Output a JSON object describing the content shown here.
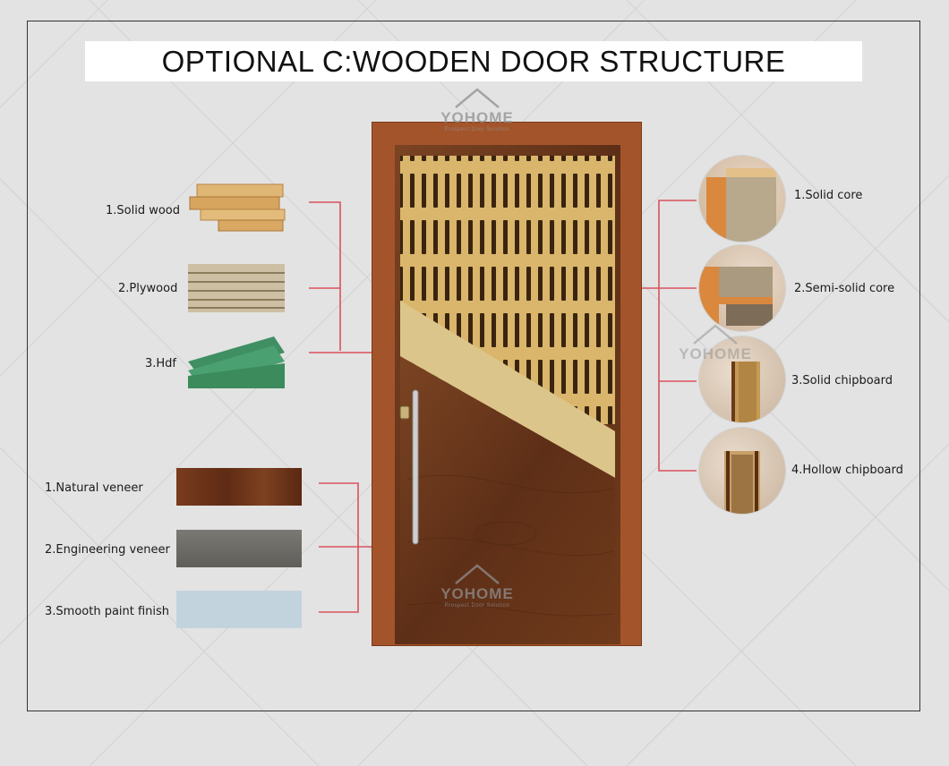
{
  "title": "OPTIONAL C:WOODEN DOOR STRUCTURE",
  "watermark": {
    "brand": "YOHOME",
    "tagline": "Prospect Door Solution"
  },
  "left_core_materials": [
    {
      "label": "1.Solid wood",
      "icon": "solid-wood-planks"
    },
    {
      "label": "2.Plywood",
      "icon": "plywood-layers"
    },
    {
      "label": "3.Hdf",
      "icon": "hdf-board"
    }
  ],
  "left_surface_finishes": [
    {
      "label": "1.Natural veneer",
      "color": "#7a3b1e"
    },
    {
      "label": "2.Engineering veneer",
      "color": "#6b6b66"
    },
    {
      "label": "3.Smooth paint finish",
      "color": "#c3d3de"
    }
  ],
  "right_core_types": [
    {
      "label": "1.Solid core",
      "icon": "solid-core-section"
    },
    {
      "label": "2.Semi-solid core",
      "icon": "semi-solid-core-section"
    },
    {
      "label": "3.Solid chipboard",
      "icon": "solid-chipboard-section"
    },
    {
      "label": "4.Hollow chipboard",
      "icon": "hollow-chipboard-section"
    }
  ],
  "colors": {
    "leader_line": "#d9525c",
    "door_frame": "#a0522d",
    "door_veneer": "#6e3a1c",
    "honeycomb_core": "#d8b56a"
  }
}
